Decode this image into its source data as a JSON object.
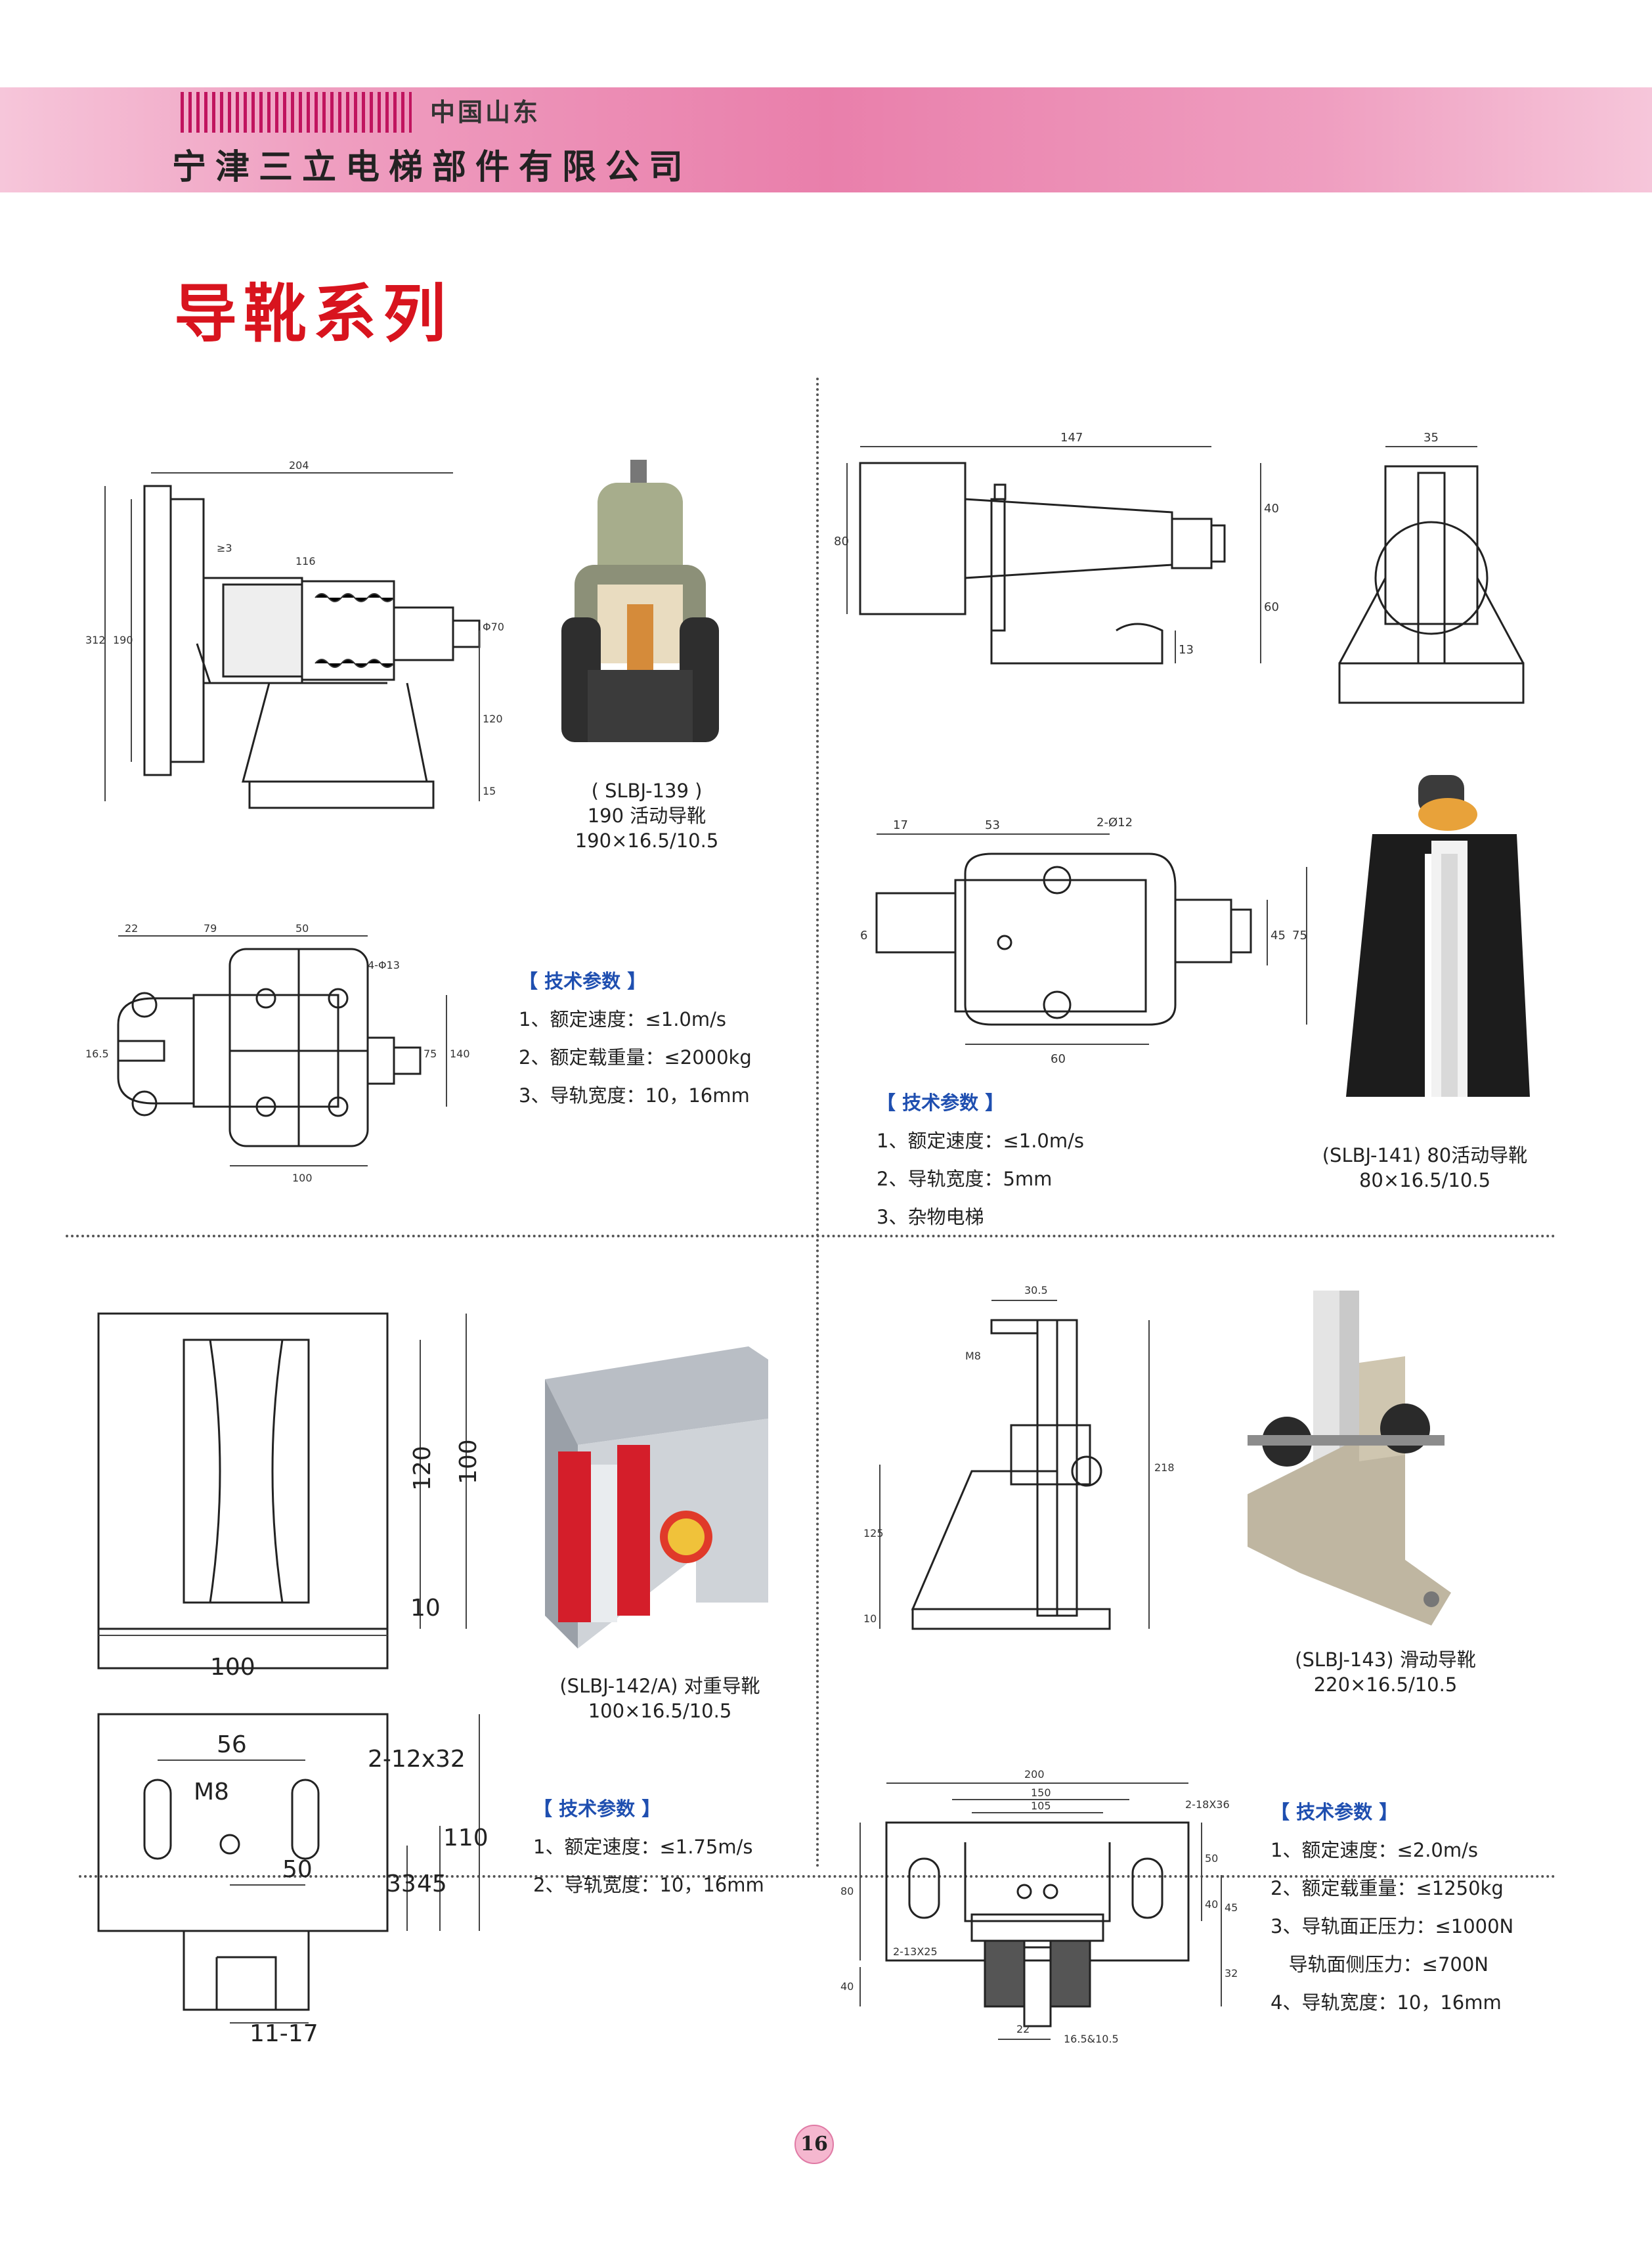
{
  "header": {
    "region": "中国山东",
    "company": "宁津三立电梯部件有限公司"
  },
  "section_title": "导靴系列",
  "page_number": "16",
  "products": [
    {
      "caption_lines": [
        "( SLBJ-139 )",
        "190 活动导靴",
        "190×16.5/10.5"
      ],
      "params_title": "【 技术参数 】",
      "params": [
        "1、额定速度：≤1.0m/s",
        "2、额定载重量：≤2000kg",
        "3、导轨宽度：10，16mm"
      ]
    },
    {
      "caption_lines": [
        "(SLBJ-141) 80活动导靴",
        "80×16.5/10.5"
      ],
      "params_title": "【 技术参数 】",
      "params": [
        "1、额定速度：≤1.0m/s",
        "2、导轨宽度：5mm",
        "3、杂物电梯"
      ]
    },
    {
      "caption_lines": [
        "(SLBJ-142/A) 对重导靴",
        "100×16.5/10.5"
      ],
      "params_title": "【 技术参数 】",
      "params": [
        "1、额定速度：≤1.75m/s",
        "2、导轨宽度：10，16mm"
      ]
    },
    {
      "caption_lines": [
        "(SLBJ-143) 滑动导靴",
        "220×16.5/10.5"
      ],
      "params_title": "【 技术参数 】",
      "params": [
        "1、额定速度：≤2.0m/s",
        "2、额定载重量：≤1250kg",
        "3、导轨面正压力：≤1000N",
        "   导轨面侧压力：≤700N",
        "4、导轨宽度：10，16mm"
      ]
    }
  ],
  "dimensions": {
    "d139_side": [
      "204",
      "116",
      "312",
      "190",
      "120",
      "15",
      "Φ70",
      "≥3"
    ],
    "d139_top": [
      "22",
      "79",
      "50",
      "4-Φ13",
      "16.5",
      "75",
      "140",
      "100"
    ],
    "d141_front": [
      "147",
      "80",
      "40",
      "60",
      "13"
    ],
    "d141_end": [
      "35"
    ],
    "d141_top": [
      "17",
      "53",
      "2-Ø12",
      "6",
      "45",
      "75",
      "60"
    ],
    "d142_front": [
      "100",
      "120",
      "10",
      "100"
    ],
    "d142_top": [
      "56",
      "M8",
      "2-12x32",
      "50",
      "33",
      "45",
      "110",
      "11-17"
    ],
    "d143_side": [
      "30.5",
      "M8",
      "218",
      "125",
      "10"
    ],
    "d143_top": [
      "200",
      "150",
      "105",
      "2-18X36",
      "80",
      "50",
      "40",
      "45",
      "32",
      "40",
      "2-13X25",
      "22",
      "16.5&10.5"
    ]
  },
  "colors": {
    "header_band": "#e97fab",
    "stripes": "#c0145e",
    "section_title": "#d8141e",
    "params_title": "#1f4fb0"
  },
  "icons": [
    "product-photo-slbj-139",
    "product-photo-slbj-141",
    "product-photo-slbj-142",
    "product-photo-slbj-143"
  ]
}
